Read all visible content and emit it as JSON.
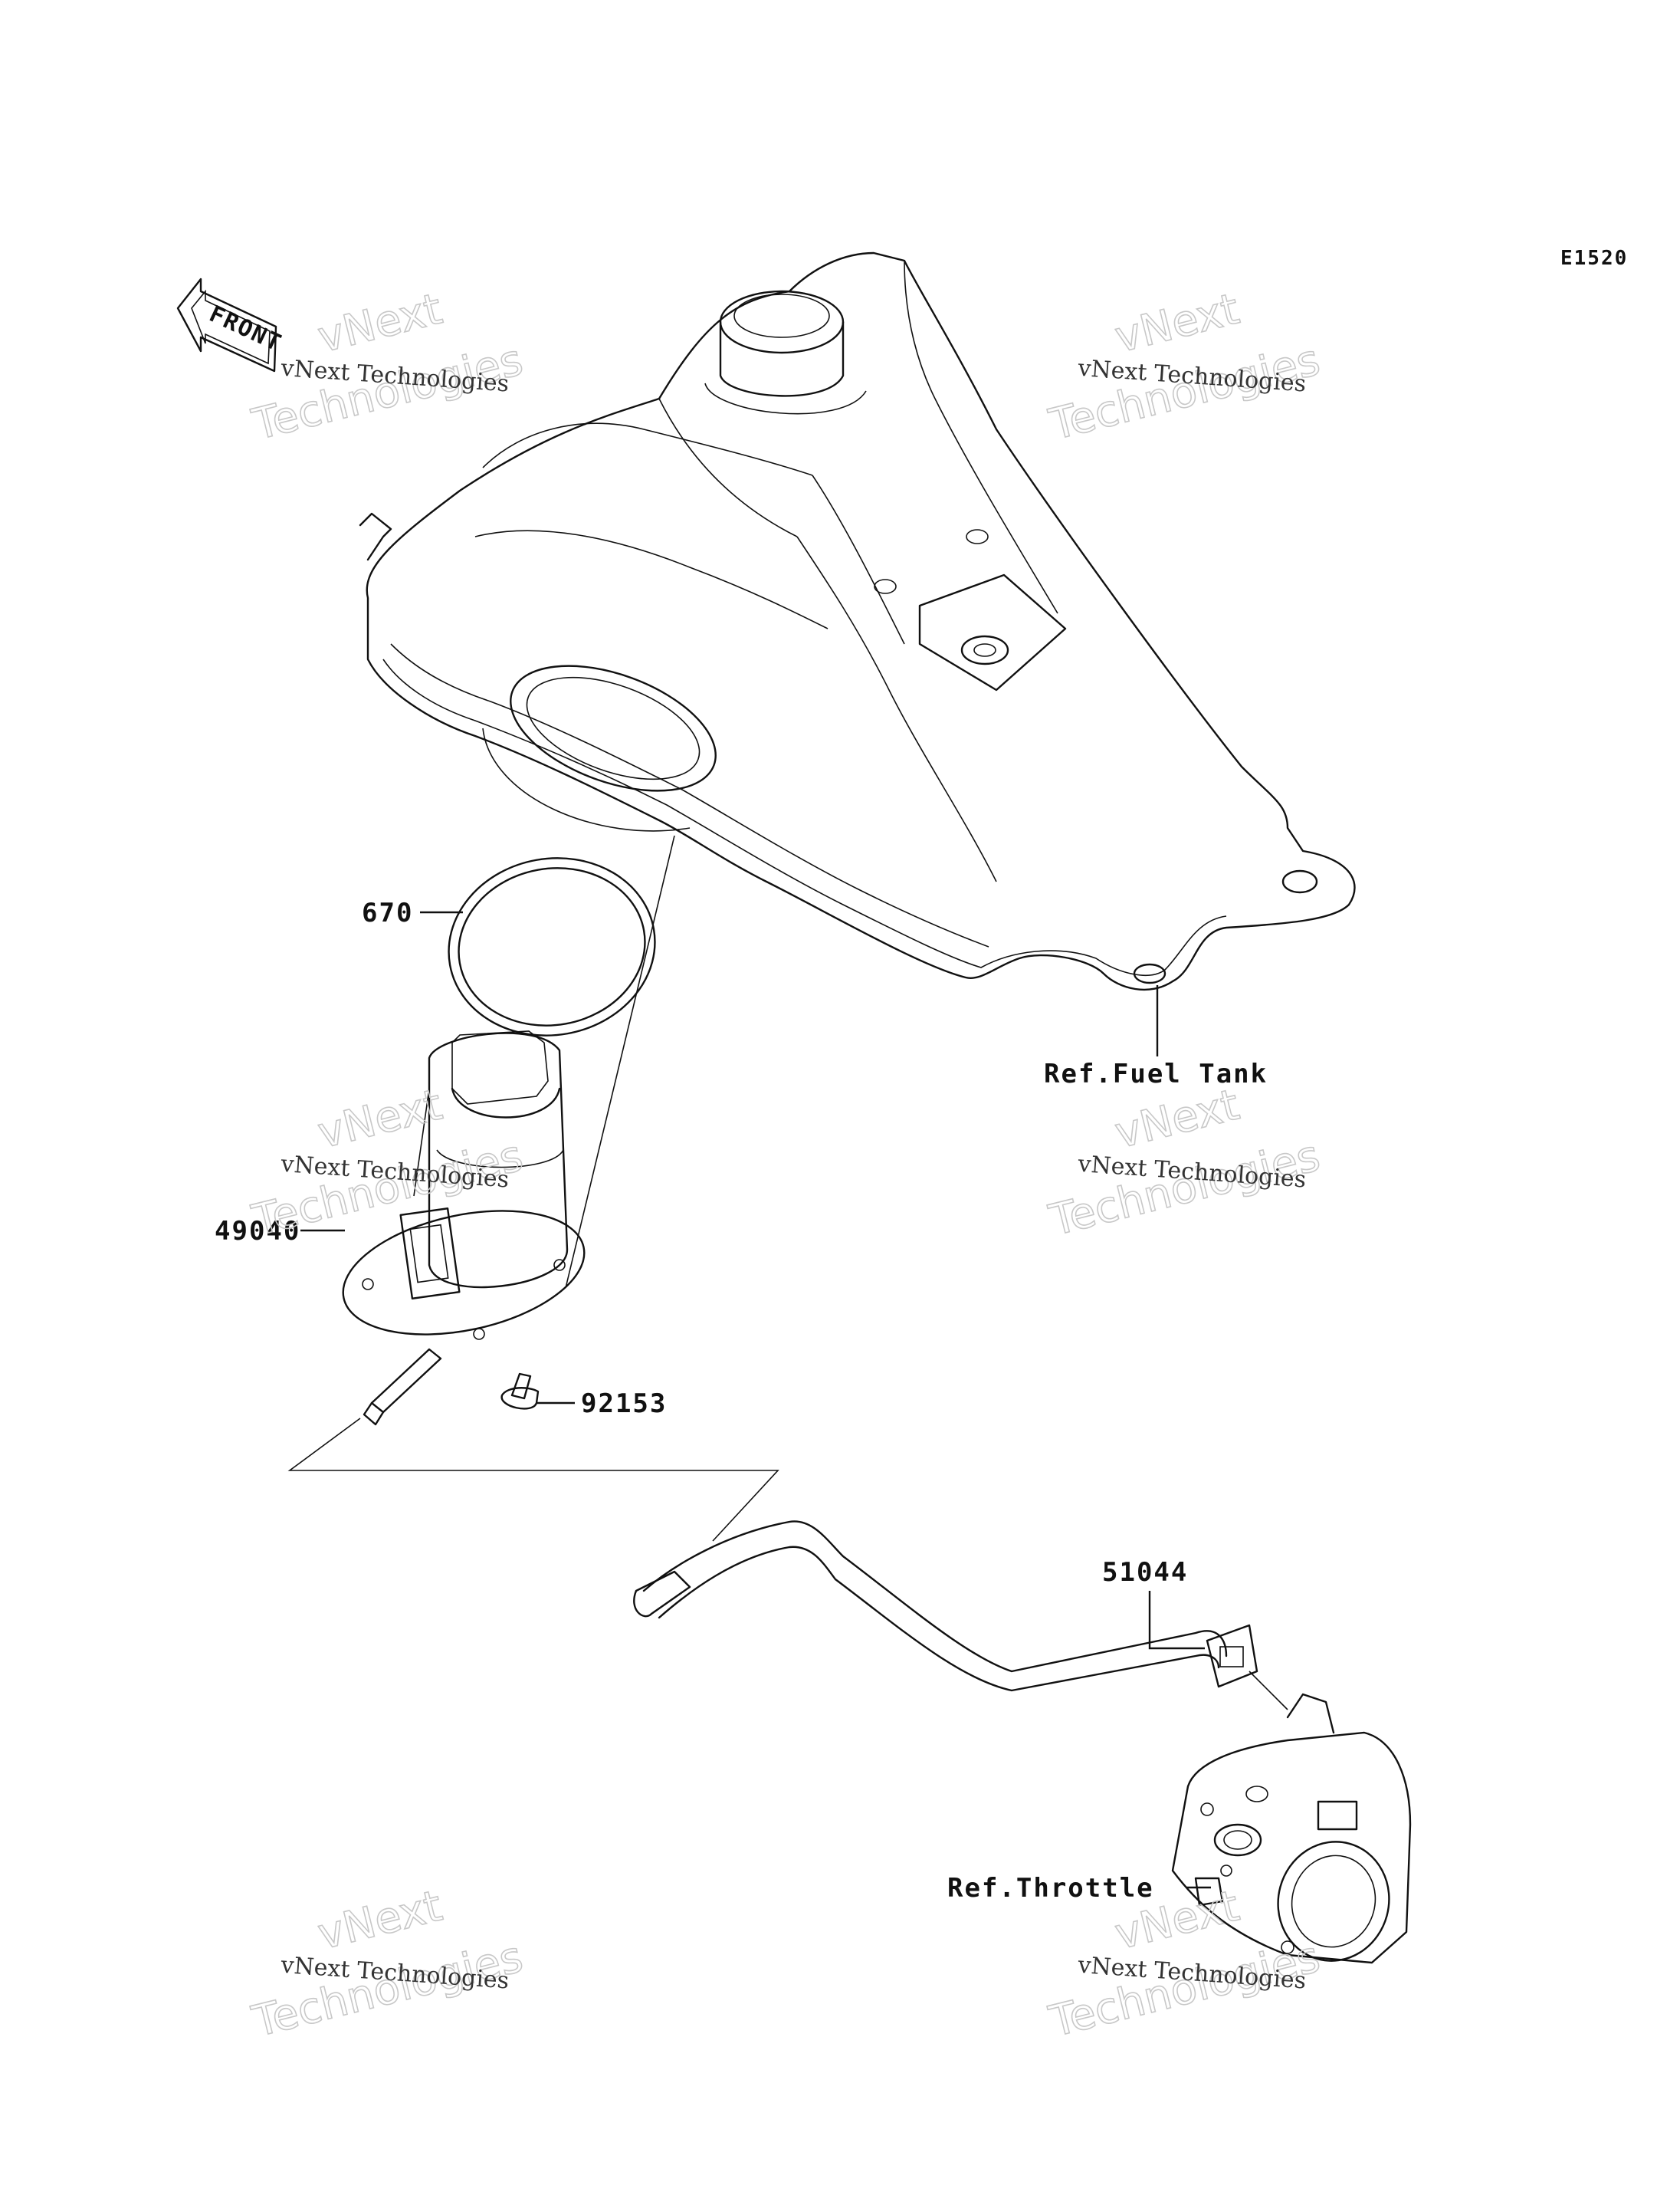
{
  "diagram_code": "E1520",
  "front_badge": "FRONT",
  "watermark": {
    "line1": "vNext Technologies",
    "line2_top": "vNext",
    "line2_bottom": "Technologies"
  },
  "parts": [
    {
      "number": "670"
    },
    {
      "number": "49040"
    },
    {
      "number": "92153"
    },
    {
      "number": "51044"
    }
  ],
  "references": [
    {
      "text": "Ref.Fuel Tank"
    },
    {
      "text": "Ref.Throttle"
    }
  ],
  "colors": {
    "ink": "#111111",
    "watermark": "#c8c8c8",
    "background": "#ffffff"
  }
}
